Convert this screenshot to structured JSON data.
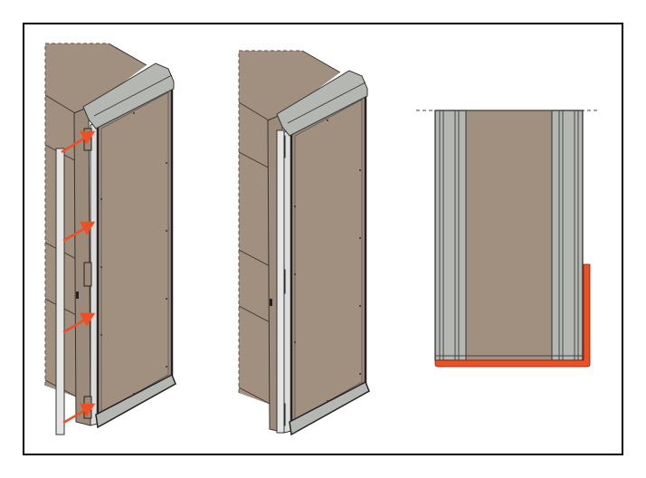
{
  "illustration": {
    "steps": [
      "attach-trim-strip",
      "trim-strip-installed",
      "top-view-detail"
    ],
    "arrow_count": 4
  },
  "colors": {
    "panel": "#a18f7f",
    "metal": "#b5b7b3",
    "trim": "#e4e4e2",
    "accent": "#f04e23",
    "outline": "#222222"
  }
}
